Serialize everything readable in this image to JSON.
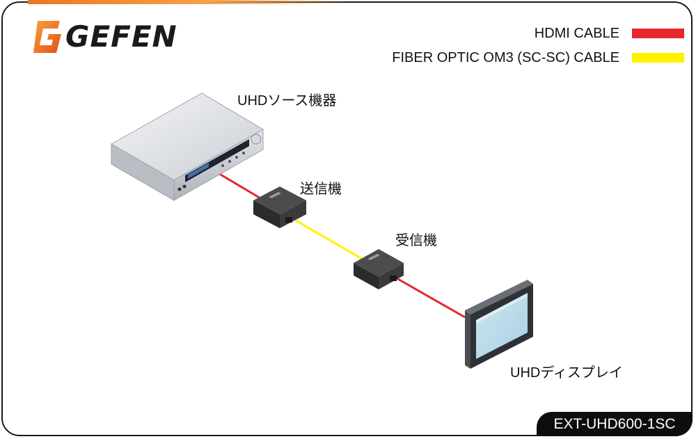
{
  "brand": {
    "name": "GEFEN"
  },
  "legend": [
    {
      "label": "HDMI CABLE",
      "color": "#e8262d"
    },
    {
      "label": "FIBER OPTIC OM3 (SC-SC) CABLE",
      "color": "#fff200"
    }
  ],
  "devices": {
    "source": "UHDソース機器",
    "transmitter": "送信機",
    "receiver": "受信機",
    "display": "UHDディスプレイ"
  },
  "model": "EXT-UHD600-1SC",
  "colors": {
    "hdmi": "#e8262d",
    "fiber": "#fff200",
    "accent": "#ee7722"
  }
}
